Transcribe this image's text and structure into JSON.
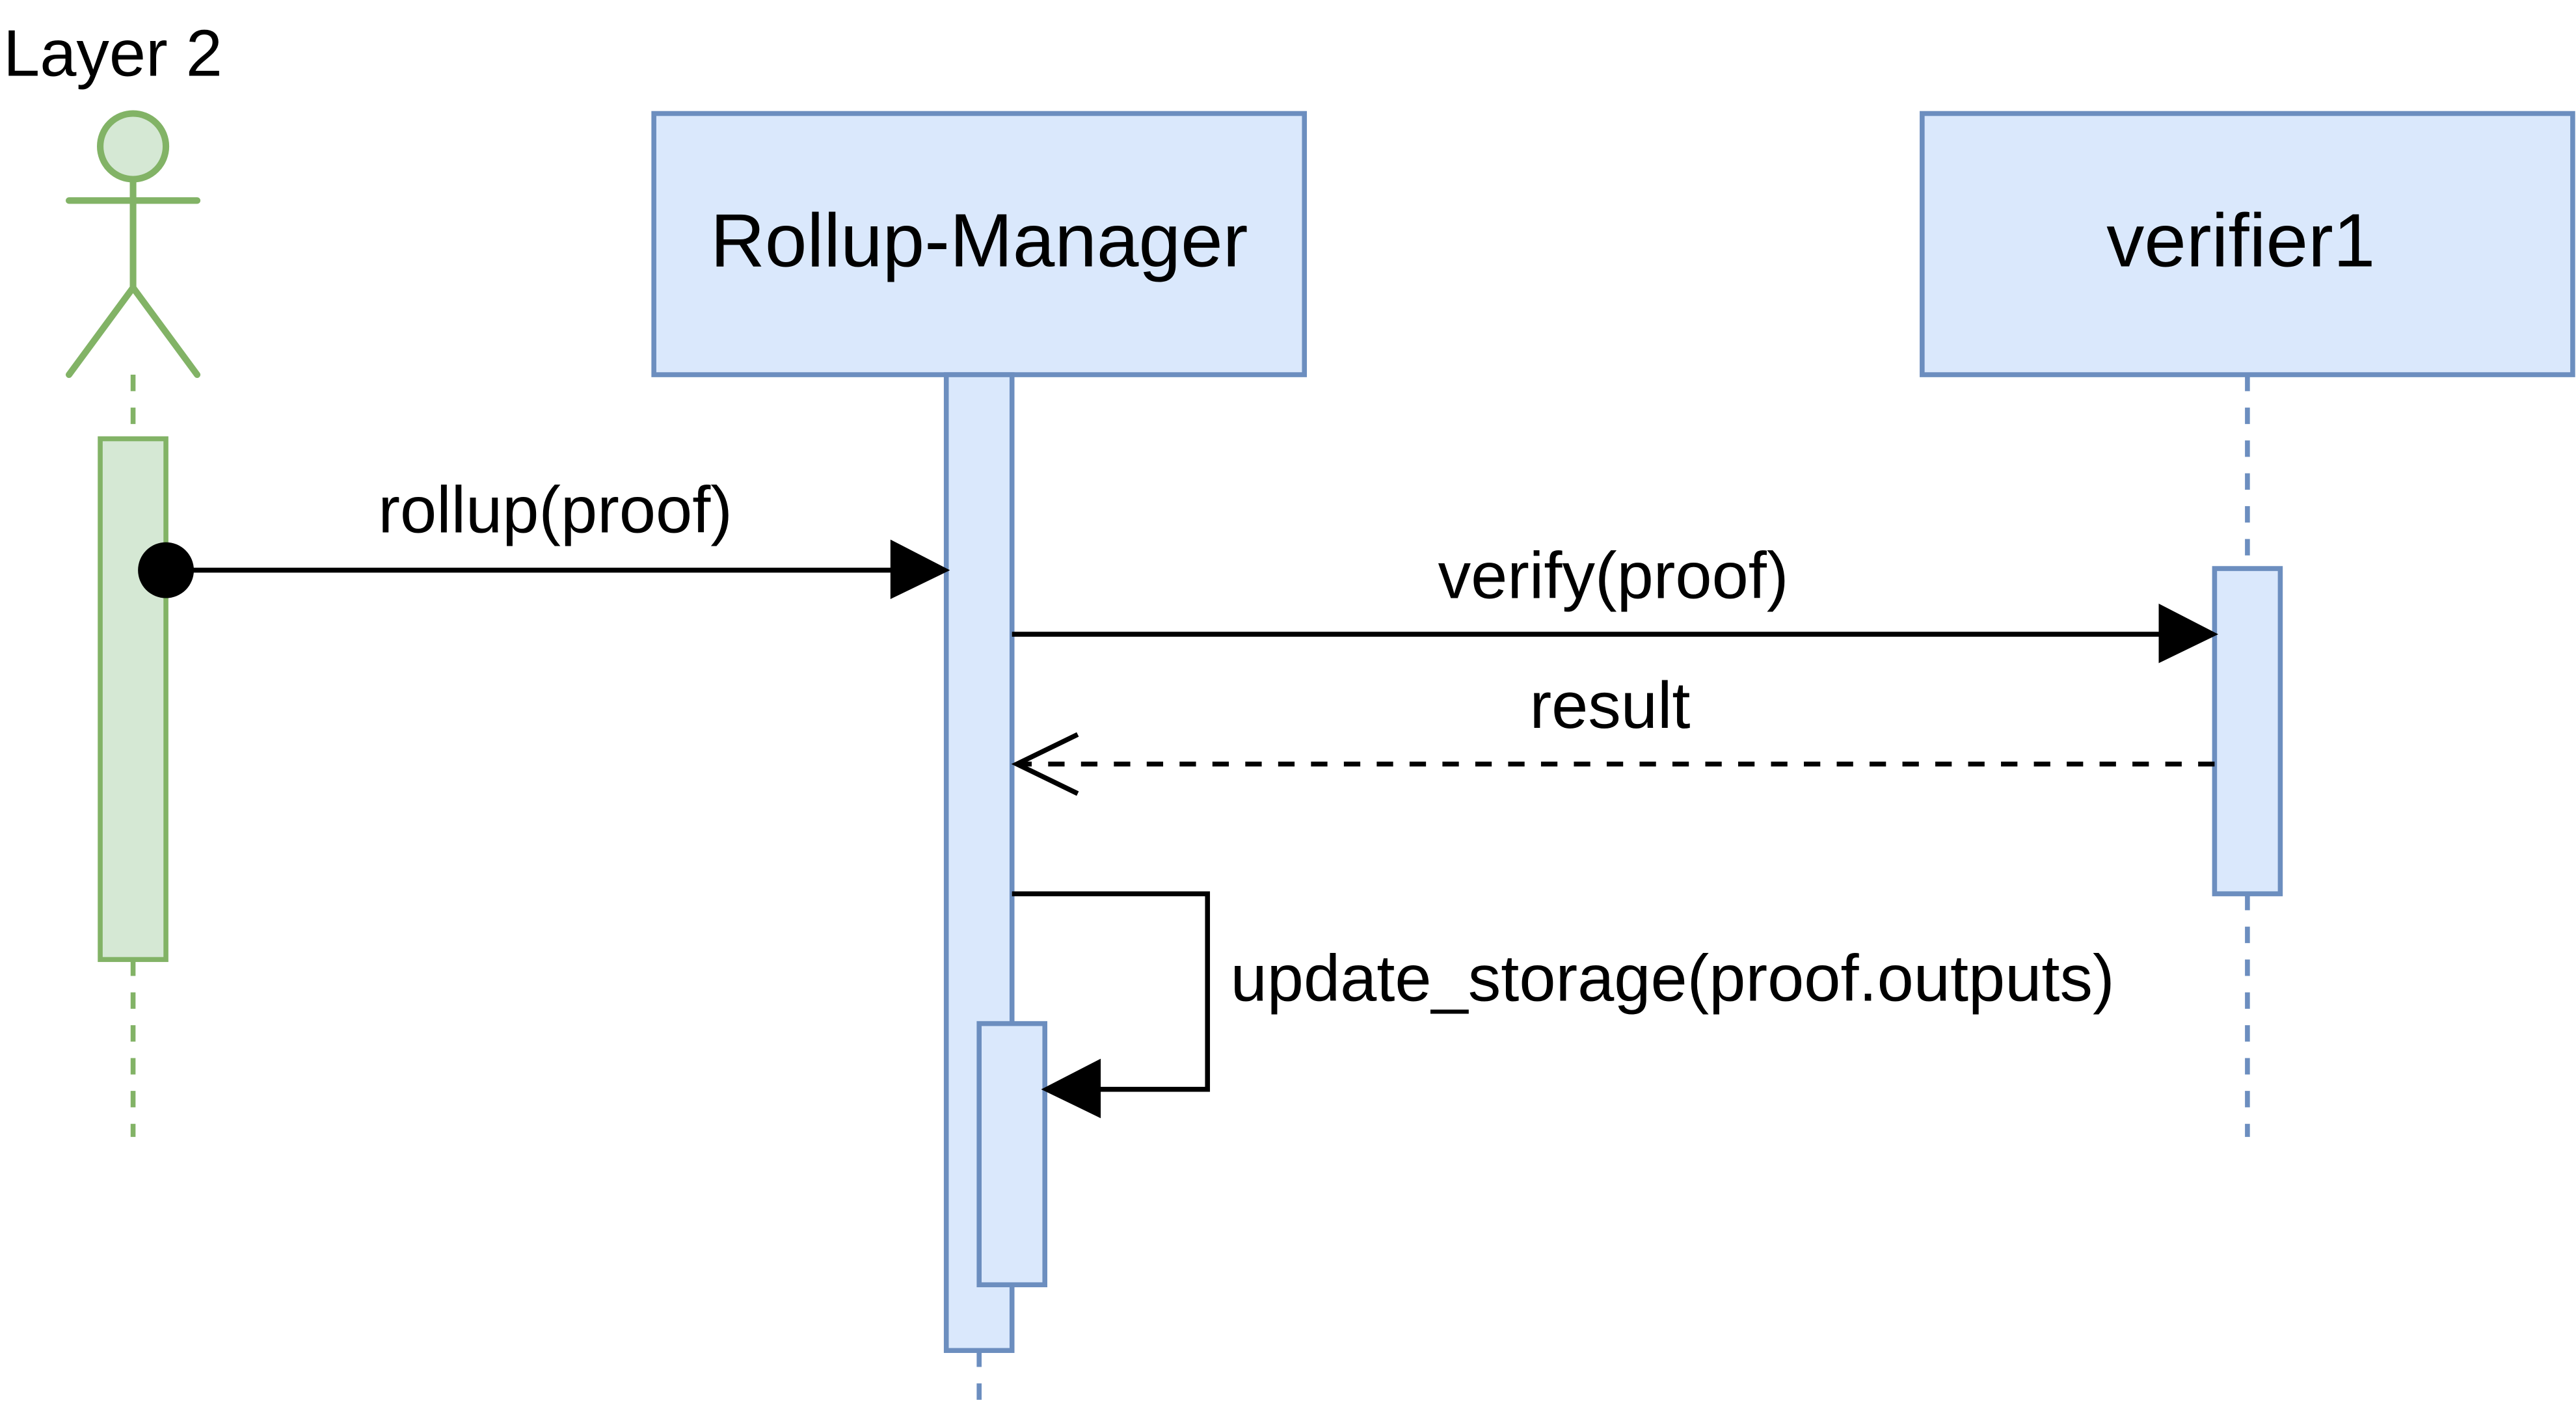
{
  "diagram": {
    "type": "sequence-diagram",
    "actor": {
      "label": "Layer 2",
      "icon": "stick-figure-icon",
      "stroke": "#82b366",
      "fill": "#d5e8d4"
    },
    "participants": [
      {
        "id": "rollup_manager",
        "label": "Rollup-Manager",
        "stroke": "#6c8ebf",
        "fill": "#dae8fc"
      },
      {
        "id": "verifier1",
        "label": "verifier1",
        "stroke": "#6c8ebf",
        "fill": "#dae8fc"
      }
    ],
    "messages": [
      {
        "label": "rollup(proof)",
        "from": "Layer 2",
        "to": "Rollup-Manager",
        "style": "solid",
        "start_marker": "filled-circle",
        "end_marker": "filled-triangle"
      },
      {
        "label": "verify(proof)",
        "from": "Rollup-Manager",
        "to": "verifier1",
        "style": "solid",
        "end_marker": "filled-triangle"
      },
      {
        "label": "result",
        "from": "verifier1",
        "to": "Rollup-Manager",
        "style": "dashed",
        "end_marker": "open-arrow"
      },
      {
        "label": "update_storage(proof.outputs)",
        "from": "Rollup-Manager",
        "to": "Rollup-Manager",
        "style": "solid",
        "end_marker": "filled-triangle",
        "self_call": true
      }
    ],
    "colors": {
      "line": "#000000",
      "text": "#000000",
      "background": "#ffffff"
    }
  }
}
